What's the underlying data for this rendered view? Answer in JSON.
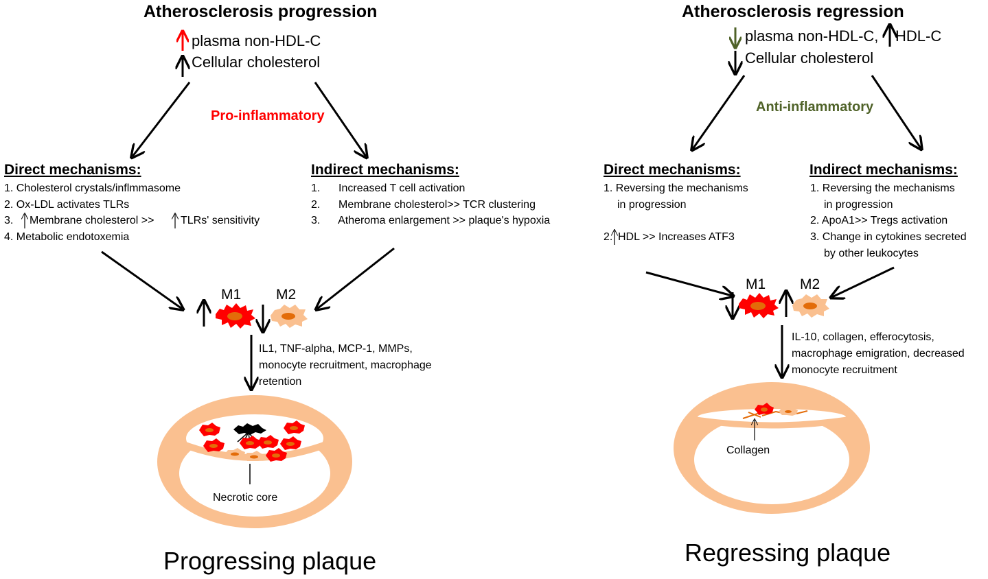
{
  "left": {
    "title": "Atherosclerosis progression",
    "line1": "plasma non-HDL-C",
    "line2": "Cellular cholesterol",
    "inflammation": "Pro-inflammatory",
    "direct": {
      "heading": "Direct mechanisms",
      "items": [
        "1. Cholesterol crystals/inflmmasome",
        "2. Ox-LDL activates TLRs",
        "3. ",
        "Membrane cholesterol >>",
        "TLRs' sensitivity",
        "4. Metabolic endotoxemia"
      ]
    },
    "indirect": {
      "heading": "Indirect mechanisms:",
      "items": [
        "1.      Increased T cell activation",
        "2.      Membrane cholesterol>> TCR clustering",
        "3.      Atheroma enlargement >> plaque's hypoxia"
      ]
    },
    "m1": "M1",
    "m2": "M2",
    "effects": [
      "IL1, TNF-alpha, MCP-1, MMPs,",
      "monocyte recruitment, macrophage",
      "retention"
    ],
    "core_label": "Necrotic core",
    "plaque_label": "Progressing plaque"
  },
  "right": {
    "title": "Atherosclerosis regression",
    "line1": "plasma non-HDL-C,",
    "line1b": "HDL-C",
    "line2": "Cellular cholesterol",
    "inflammation": "Anti-inflammatory",
    "direct": {
      "heading": "Direct mechanisms",
      "items": [
        "1. Reversing the mechanisms",
        "in progression",
        "2.",
        "HDL >> Increases ATF3"
      ]
    },
    "indirect": {
      "heading": "Indirect mechanisms:",
      "items": [
        "1. Reversing the mechanisms",
        "in progression",
        "2. ApoA1>> Tregs activation",
        "3. Change in cytokines secreted",
        "by other leukocytes"
      ]
    },
    "m1": "M1",
    "m2": "M2",
    "effects": [
      "IL-10, collagen, efferocytosis,",
      "macrophage emigration, decreased",
      "monocyte recruitment"
    ],
    "collagen_label": "Collagen",
    "plaque_label": "Regressing plaque"
  },
  "colors": {
    "red_arrow": "#ff0000",
    "green_arrow": "#4f6228",
    "vessel": "#fac090",
    "m1_fill": "#ff0000",
    "m1_core": "#e36c09",
    "m2_fill": "#fac090",
    "m2_core": "#e36c09",
    "core_black": "#000000"
  }
}
